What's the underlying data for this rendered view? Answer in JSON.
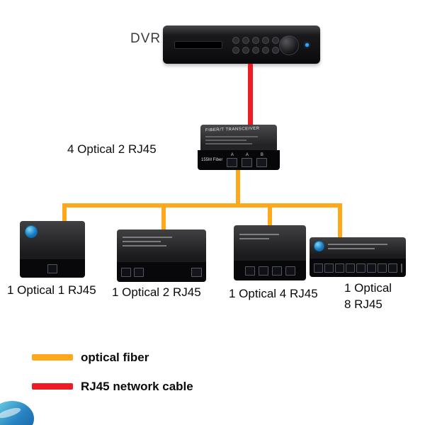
{
  "dvr": {
    "label": "DVR"
  },
  "transceiver": {
    "label": "4 Optical 2 RJ45",
    "top_text": "FIBER/T TRANSCEIVER",
    "front_text": "155M Fiber",
    "port_group_labels": [
      "A",
      "A",
      "B"
    ]
  },
  "devices": [
    {
      "label": "1 Optical 1 RJ45",
      "rj45_ports": 1
    },
    {
      "label": "1 Optical 2 RJ45",
      "rj45_ports": 2
    },
    {
      "label": "1 Optical 4 RJ45",
      "rj45_ports": 4
    },
    {
      "label_line1": "1 Optical",
      "label_line2": "8 RJ45",
      "rj45_ports": 8
    }
  ],
  "legend": {
    "items": [
      {
        "label": "optical fiber",
        "color": "#FFA81C"
      },
      {
        "label": "RJ45 network cable",
        "color": "#ED1C24"
      }
    ]
  }
}
